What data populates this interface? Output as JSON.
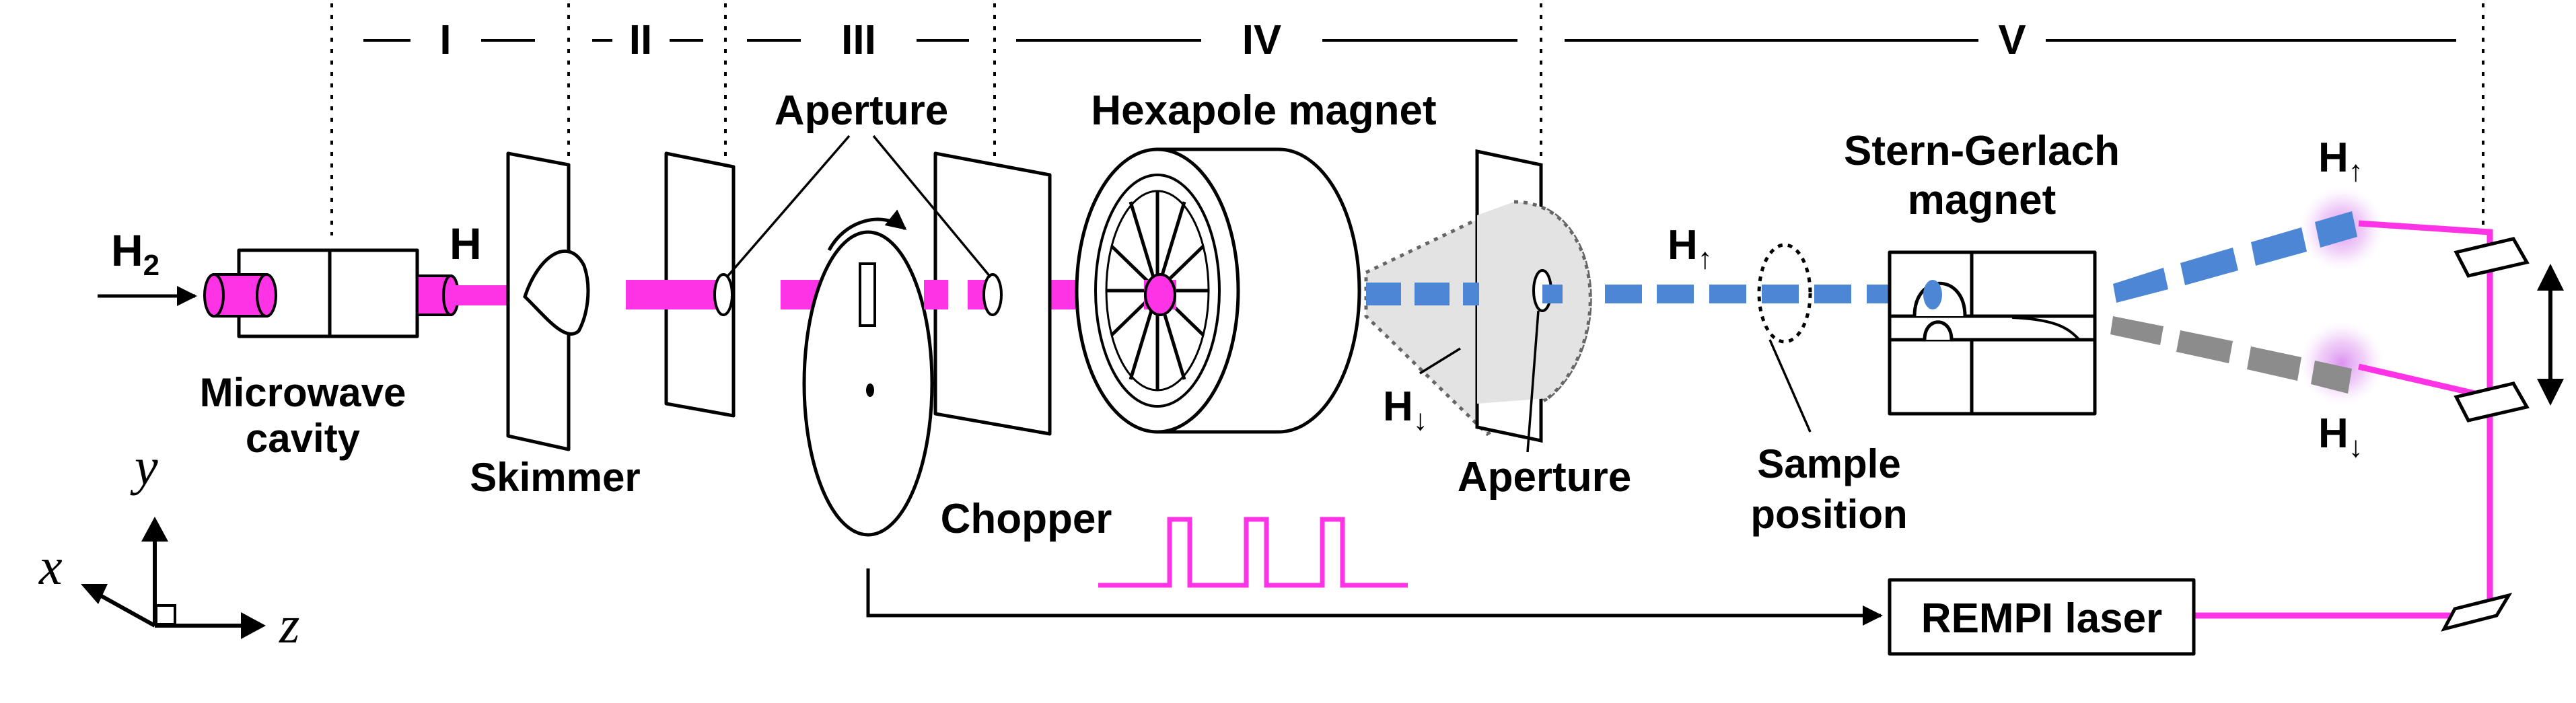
{
  "sections": [
    "I",
    "II",
    "III",
    "IV",
    "V"
  ],
  "labels": {
    "h2": "H",
    "h2_sub": "2",
    "h_atom": "H",
    "microwave_line1": "Microwave",
    "microwave_line2": "cavity",
    "skimmer": "Skimmer",
    "aperture_top": "Aperture",
    "chopper": "Chopper",
    "hexapole": "Hexapole magnet",
    "aperture_bottom": "Aperture",
    "h_down_hexapole": "H",
    "h_up_beam": "H",
    "sample_line1": "Sample",
    "sample_line2": "position",
    "sg_line1": "Stern-Gerlach",
    "sg_line2": "magnet",
    "h_up_detect": "H",
    "h_down_detect": "H",
    "rempi": "REMPI laser",
    "arrow_up": "↑",
    "arrow_down": "↓"
  },
  "axes": {
    "x": "x",
    "y": "y",
    "z": "z"
  },
  "colors": {
    "beam_h": "#ff33e6",
    "spin_up": "#4d86d4",
    "spin_down": "#8c8c8c",
    "cone": "#e3e3e3",
    "glow": "#e8b2f5"
  }
}
